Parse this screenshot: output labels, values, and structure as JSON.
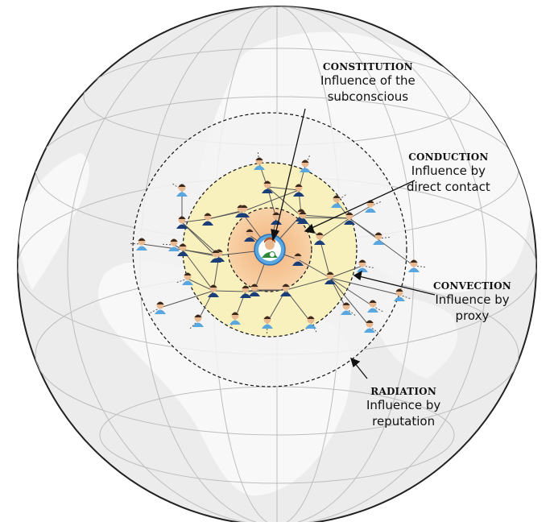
{
  "layers": [
    {
      "id": "constitution",
      "heading": "CONSTITUTION",
      "lines": [
        "Influence of the",
        "subconscious"
      ]
    },
    {
      "id": "conduction",
      "heading": "CONDUCTION",
      "lines": [
        "Influence by",
        "direct contact"
      ]
    },
    {
      "id": "convection",
      "heading": "CONVECTION",
      "lines": [
        "Influence by",
        "proxy"
      ]
    },
    {
      "id": "radiation",
      "heading": "RADIATION",
      "lines": [
        "Influence by",
        "reputation"
      ]
    }
  ],
  "colors": {
    "globe_fill": "#eeeeee",
    "land": "#f7f7f7",
    "grid": "#c8c8c8",
    "outer_zone": "#f4f4f4",
    "yellow_zone": "#f8f0b8",
    "orange_zone": "#f6c89a",
    "center_ring": "#5aa7e0",
    "proxy_shirt": "#1b3d78",
    "reputation_shirt": "#5aa7e0",
    "skin": "#e9b88f",
    "hair_dark": "#3b2a1c"
  },
  "icons": {
    "center": "person-icon",
    "proxy": "person-icon",
    "reputation": "person-icon"
  }
}
